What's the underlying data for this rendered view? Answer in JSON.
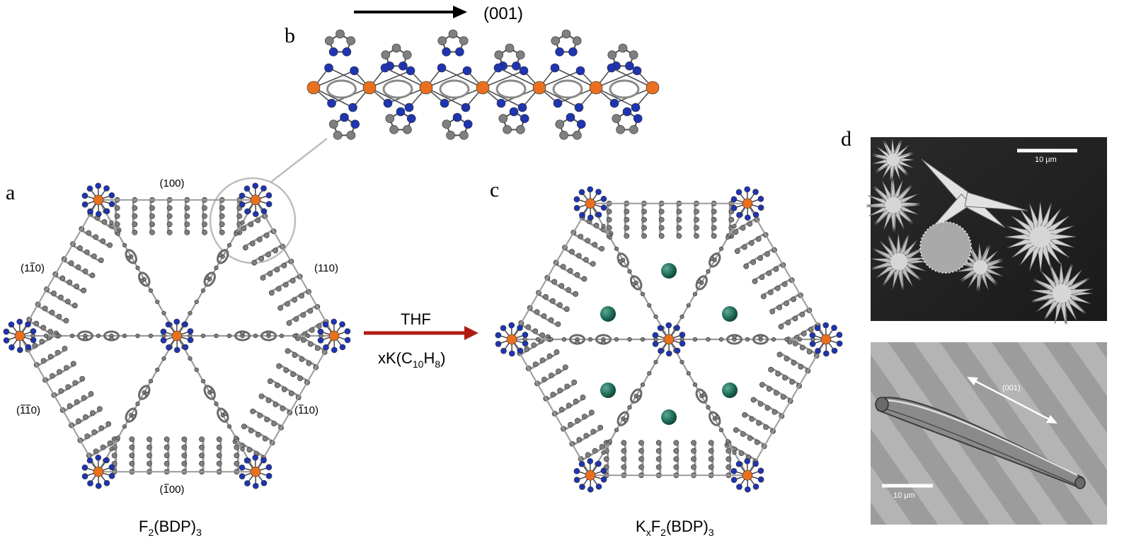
{
  "panels": {
    "a": {
      "letter": "a",
      "caption_main": "F",
      "caption_sub": "2",
      "caption_mid": "(BDP)",
      "caption_sub2": "3"
    },
    "b": {
      "letter": "b",
      "direction": "(001)"
    },
    "c": {
      "letter": "c",
      "caption_pre": "K",
      "caption_sub_x": "x",
      "caption_main": "F",
      "caption_sub": "2",
      "caption_mid": "(BDP)",
      "caption_sub2": "3"
    },
    "d": {
      "letter": "d"
    }
  },
  "facets": [
    {
      "label_pre": "(",
      "label_a": "1",
      "label_b": "0",
      "label_c": "0",
      "label_post": ")",
      "bar_a": false,
      "bar_b": false
    },
    {
      "label_pre": "(",
      "label_a": "1",
      "label_b": "1",
      "label_c": "0",
      "label_post": ")",
      "bar_a": false,
      "bar_b": true
    },
    {
      "label_pre": "(",
      "label_a": "1",
      "label_b": "1",
      "label_c": "0",
      "label_post": ")",
      "bar_a": false,
      "bar_b": false
    },
    {
      "label_pre": "(",
      "label_a": "1",
      "label_b": "1",
      "label_c": "0",
      "label_post": ")",
      "bar_a": true,
      "bar_b": true
    },
    {
      "label_pre": "(",
      "label_a": "1",
      "label_b": "1",
      "label_c": "0",
      "label_post": ")",
      "bar_a": true,
      "bar_b": false
    },
    {
      "label_pre": "(",
      "label_a": "1",
      "label_b": "0",
      "label_c": "0",
      "label_post": ")",
      "bar_a": true,
      "bar_b": false
    }
  ],
  "reaction": {
    "reagent_top": "THF",
    "reagent_pre": "xK(C",
    "reagent_sub1": "10",
    "reagent_mid": "H",
    "reagent_sub2": "8",
    "reagent_post": ")",
    "arrow_color": "#b01c10"
  },
  "sem": {
    "top_scale": "10 μm",
    "bottom_scale": "10 μm",
    "bottom_direction": "(001)"
  },
  "colors": {
    "carbon": "#7f7f7f",
    "nitrogen": "#1f35b0",
    "iron": "#e8701e",
    "potassium": "#1f6e5a",
    "bond": "#9a9a9a"
  }
}
